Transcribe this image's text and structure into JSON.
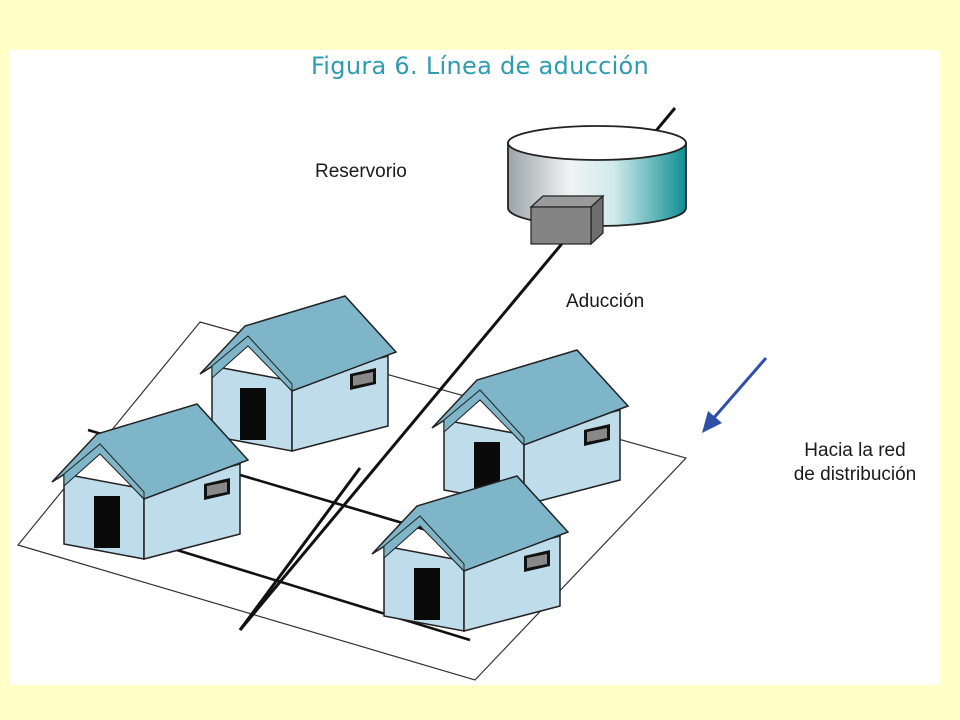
{
  "figure": {
    "title": "Figura  6. Línea de aducción"
  },
  "labels": {
    "reservoir": "Reservorio",
    "adduction": "Aducción",
    "distribution_line1": "Hacia la red",
    "distribution_line2": "de distribución"
  },
  "colors": {
    "background": "#FFFFC8",
    "title": "#2E9CB0",
    "roof": "#7FB5C8",
    "wall": "#BFDCEB",
    "arrow": "#2F4FA8"
  }
}
